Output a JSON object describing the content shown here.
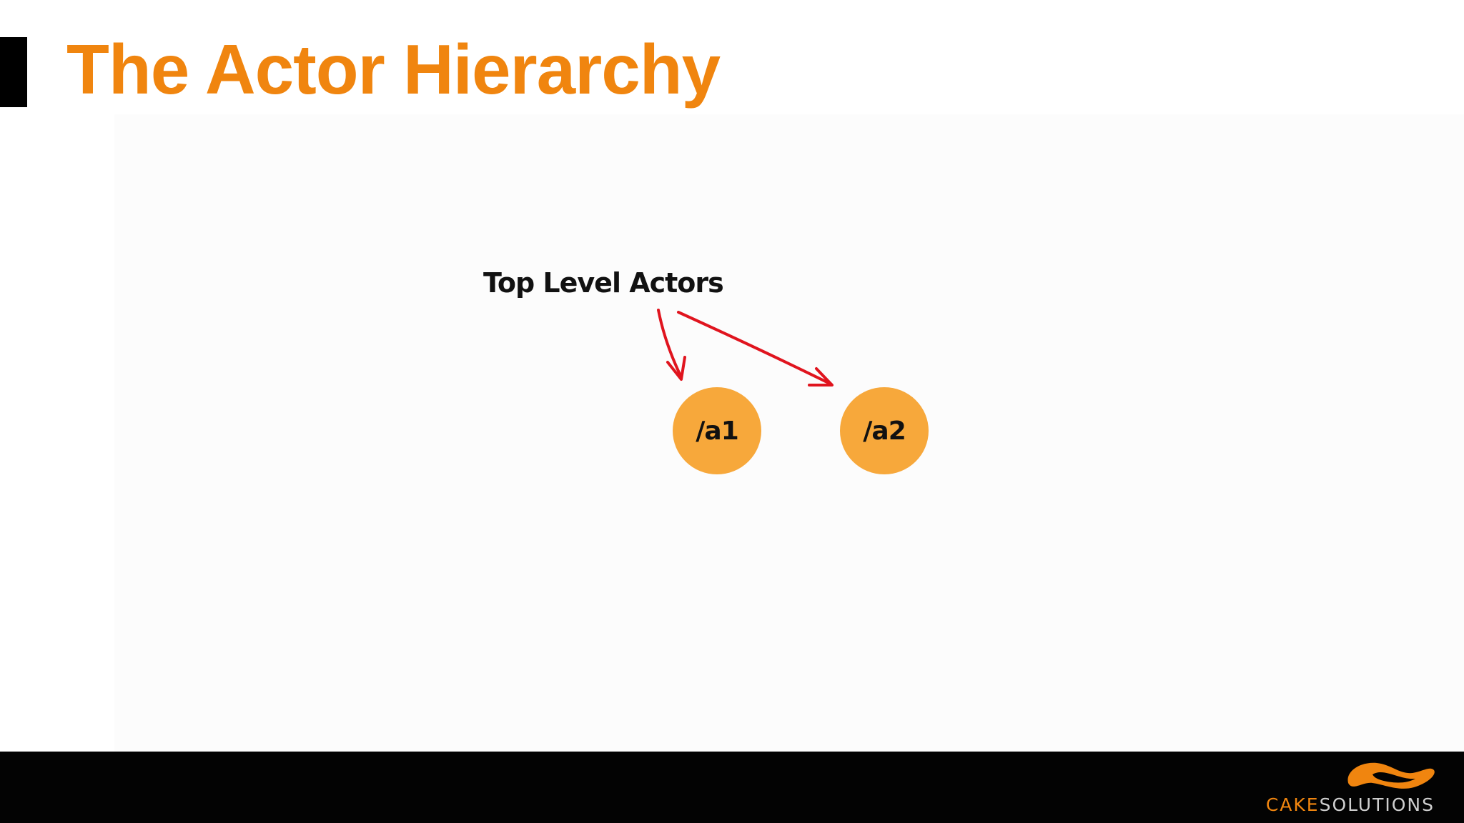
{
  "slide": {
    "title": "The Actor Hierarchy",
    "title_color": "#f0850f"
  },
  "diagram": {
    "label": "Top Level Actors",
    "arrow_color": "#e0141e",
    "node_color": "#f7a83b",
    "nodes": [
      {
        "label": "/a1"
      },
      {
        "label": "/a2"
      }
    ]
  },
  "footer": {
    "logo_icon": "cake-solutions-logo-icon",
    "logo_part1": "CAKE",
    "logo_part2": "SOLUTIONS",
    "logo_part1_color": "#f0850f",
    "logo_part2_color": "#cfcfcf"
  }
}
